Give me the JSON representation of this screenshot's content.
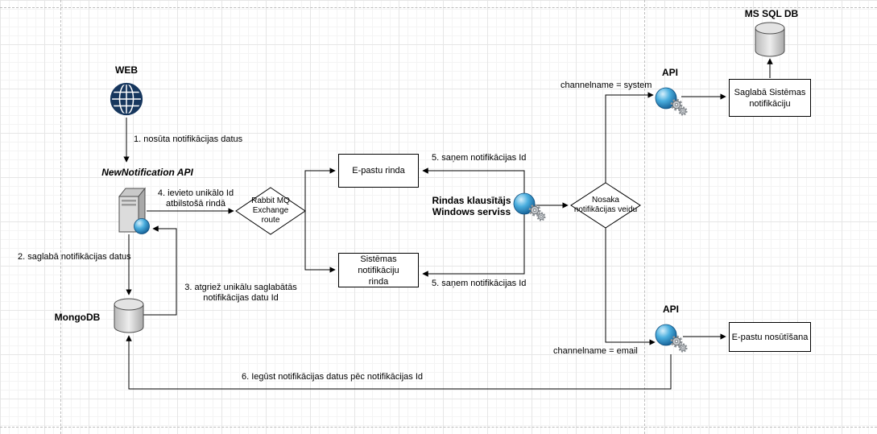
{
  "palette": {
    "globe_blue": "#17375e",
    "sphere_blue": "#4aaede",
    "gear_gray": "#8f9499",
    "shape_border": "#000000",
    "shape_fill": "#ffffff",
    "metal_gray": "#d9d9d9"
  },
  "nodes": {
    "web": {
      "title": "WEB"
    },
    "new_notification_api": {
      "title": "NewNotification API"
    },
    "mongodb": {
      "title": "MongoDB"
    },
    "rabbitmq": {
      "line1": "Rabbit MQ",
      "line2": "Exchange",
      "line3": "route"
    },
    "email_queue": {
      "label": "E-pastu rinda"
    },
    "system_queue": {
      "line1": "Sistēmas notifikāciju",
      "line2": "rinda"
    },
    "listener": {
      "line1": "Rindas klausītājs",
      "line2": "Windows serviss"
    },
    "decision": {
      "line1": "Nosaka",
      "line2": "notifikācijas veidu"
    },
    "api_system": {
      "title": "API"
    },
    "api_email": {
      "title": "API"
    },
    "save_system_notification": {
      "line1": "Saglabā Sistēmas",
      "line2": "notifikāciju"
    },
    "ms_sql_db": {
      "title": "MS SQL DB"
    },
    "email_sending": {
      "label": "E-pastu nosūtīšana"
    }
  },
  "edges": {
    "step1": "1. nosūta notifikācijas datus",
    "step2": "2. saglabā notifikācijas datus",
    "step3_line1": "3. atgriež unikālu saglabātās",
    "step3_line2": "notifikācijas datu Id",
    "step4_line1": "4. ievieto unikālo Id",
    "step4_line2": "atbilstošā rindā",
    "step5_top": "5. saņem notifikācijas Id",
    "step5_bottom": "5. saņem notifikācijas Id",
    "channel_system": "channelname = system",
    "channel_email": "channelname = email",
    "step6": "6. Iegūst notifikācijas datus pēc notifikācijas Id"
  }
}
